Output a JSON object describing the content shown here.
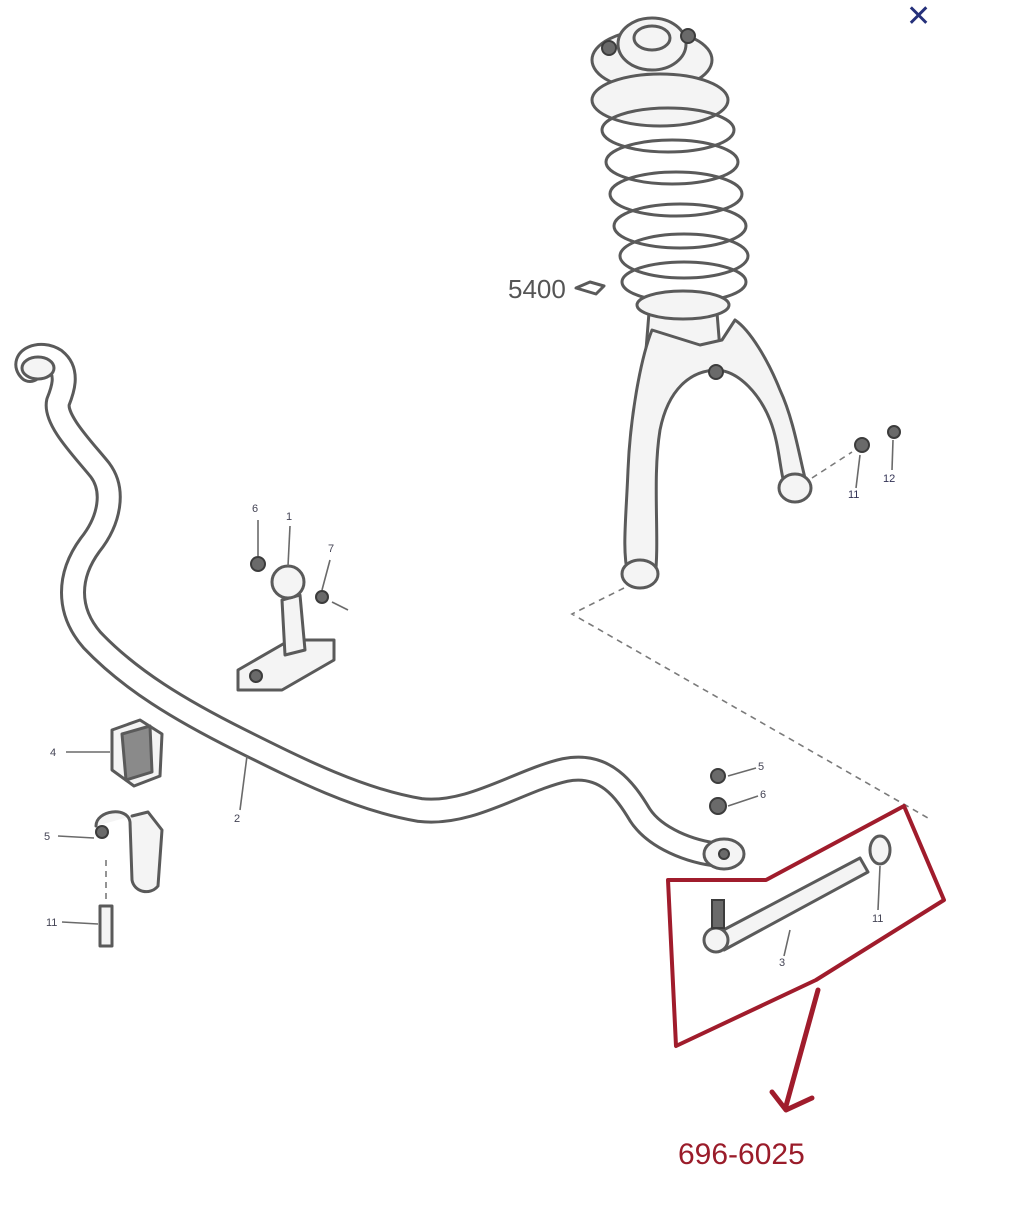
{
  "window": {
    "close_glyph": "✕"
  },
  "diagram": {
    "strut_reference": "5400",
    "highlighted_part_number": "696-6025",
    "callouts": {
      "knuckle_nut": "11",
      "knuckle_bolt": "12",
      "bracket_top_a": "6",
      "bracket_top_b": "1",
      "bracket_bolt": "7",
      "left_bushing": "4",
      "left_clamp": "5",
      "left_bolt": "11",
      "bar": "2",
      "link_nut_top": "5",
      "link_washer": "6",
      "link_lower_nut": "11",
      "link": "3"
    }
  },
  "colors": {
    "highlight": "#a01c2c",
    "close_icon": "#25307a",
    "line_art": "#5a5a5a"
  }
}
